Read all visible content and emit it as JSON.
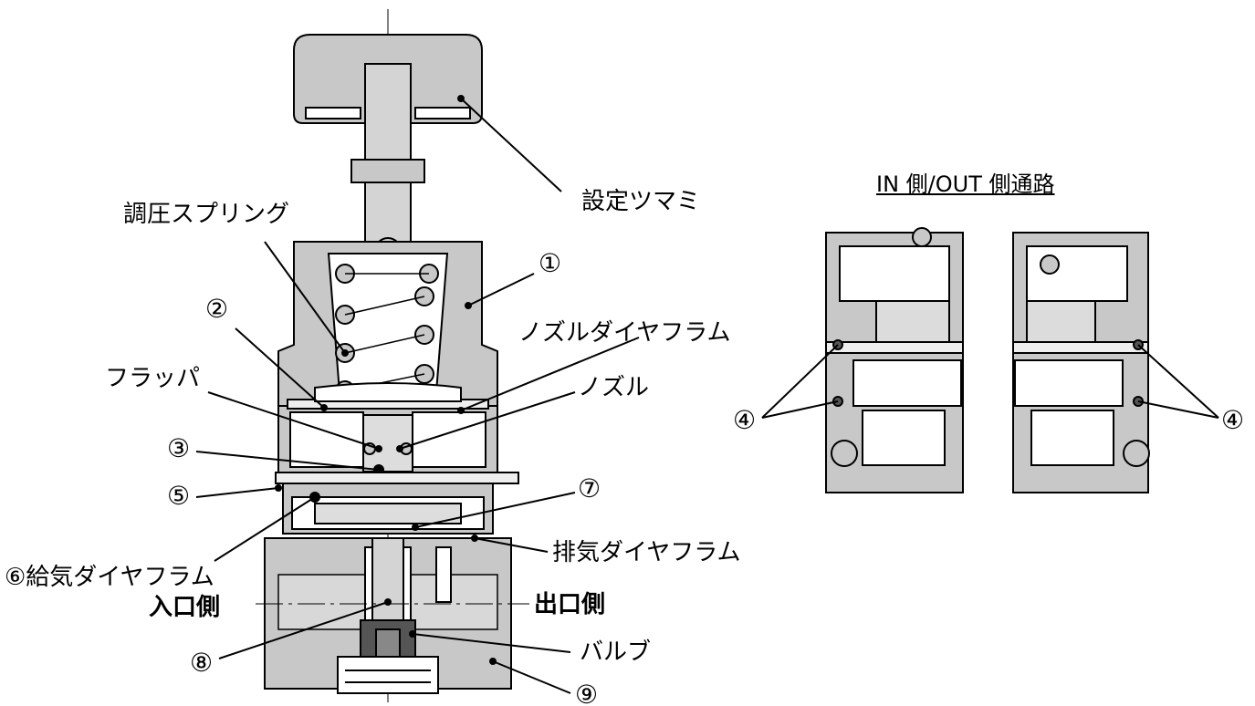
{
  "labels": {
    "setting_knob": "設定ツマミ",
    "pressure_spring": "調圧スプリング",
    "nozzle_diaphragm": "ノズルダイヤフラム",
    "flapper": "フラッパ",
    "nozzle": "ノズル",
    "exhaust_diaphragm": "排気ダイヤフラム",
    "supply_diaphragm": "⑥給気ダイヤフラム",
    "inlet_side": "入口側",
    "outlet_side": "出口側",
    "valve": "バルブ",
    "passage_title": "IN 側/OUT 側通路"
  },
  "numbers": {
    "n1": "①",
    "n2": "②",
    "n3": "③",
    "n4_left": "④",
    "n4_right": "④",
    "n5": "⑤",
    "n7": "⑦",
    "n8": "⑧",
    "n9": "⑨"
  },
  "colors": {
    "body_fill": "#c8c8c8",
    "inner_fill": "#ffffff",
    "dark_part": "#555555",
    "line": "#000000"
  }
}
